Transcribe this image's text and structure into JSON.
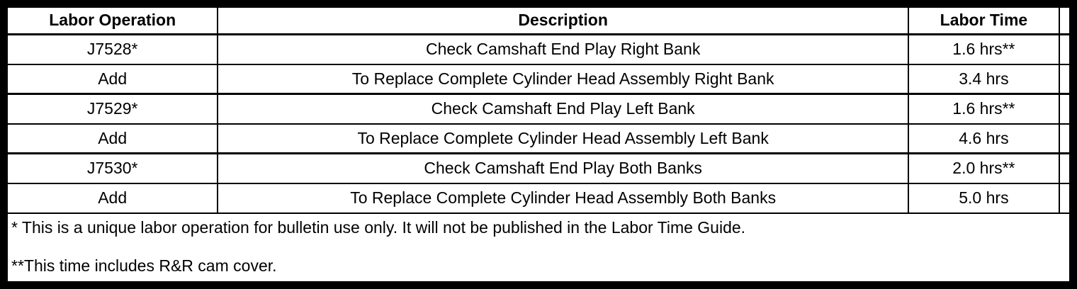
{
  "labor_table": {
    "headers": {
      "operation": "Labor Operation",
      "description": "Description",
      "time": "Labor Time"
    },
    "rows": [
      {
        "operation": "J7528*",
        "description": "Check Camshaft End Play Right Bank",
        "time": "1.6 hrs**"
      },
      {
        "operation": "Add",
        "description": "To Replace Complete Cylinder Head Assembly Right Bank",
        "time": "3.4 hrs"
      },
      {
        "operation": "J7529*",
        "description": "Check Camshaft End Play Left Bank",
        "time": "1.6 hrs**"
      },
      {
        "operation": "Add",
        "description": "To Replace Complete Cylinder Head Assembly Left Bank",
        "time": "4.6 hrs"
      },
      {
        "operation": "J7530*",
        "description": "Check Camshaft End Play Both Banks",
        "time": "2.0 hrs**"
      },
      {
        "operation": "Add",
        "description": "To Replace Complete Cylinder Head Assembly Both Banks",
        "time": "5.0 hrs"
      }
    ],
    "footnotes": [
      "* This is a unique labor operation for bulletin use only. It will not be published in the Labor Time Guide.",
      "**This time includes R&R cam cover."
    ],
    "colors": {
      "border": "#000000",
      "background": "#ffffff",
      "text": "#000000"
    }
  }
}
